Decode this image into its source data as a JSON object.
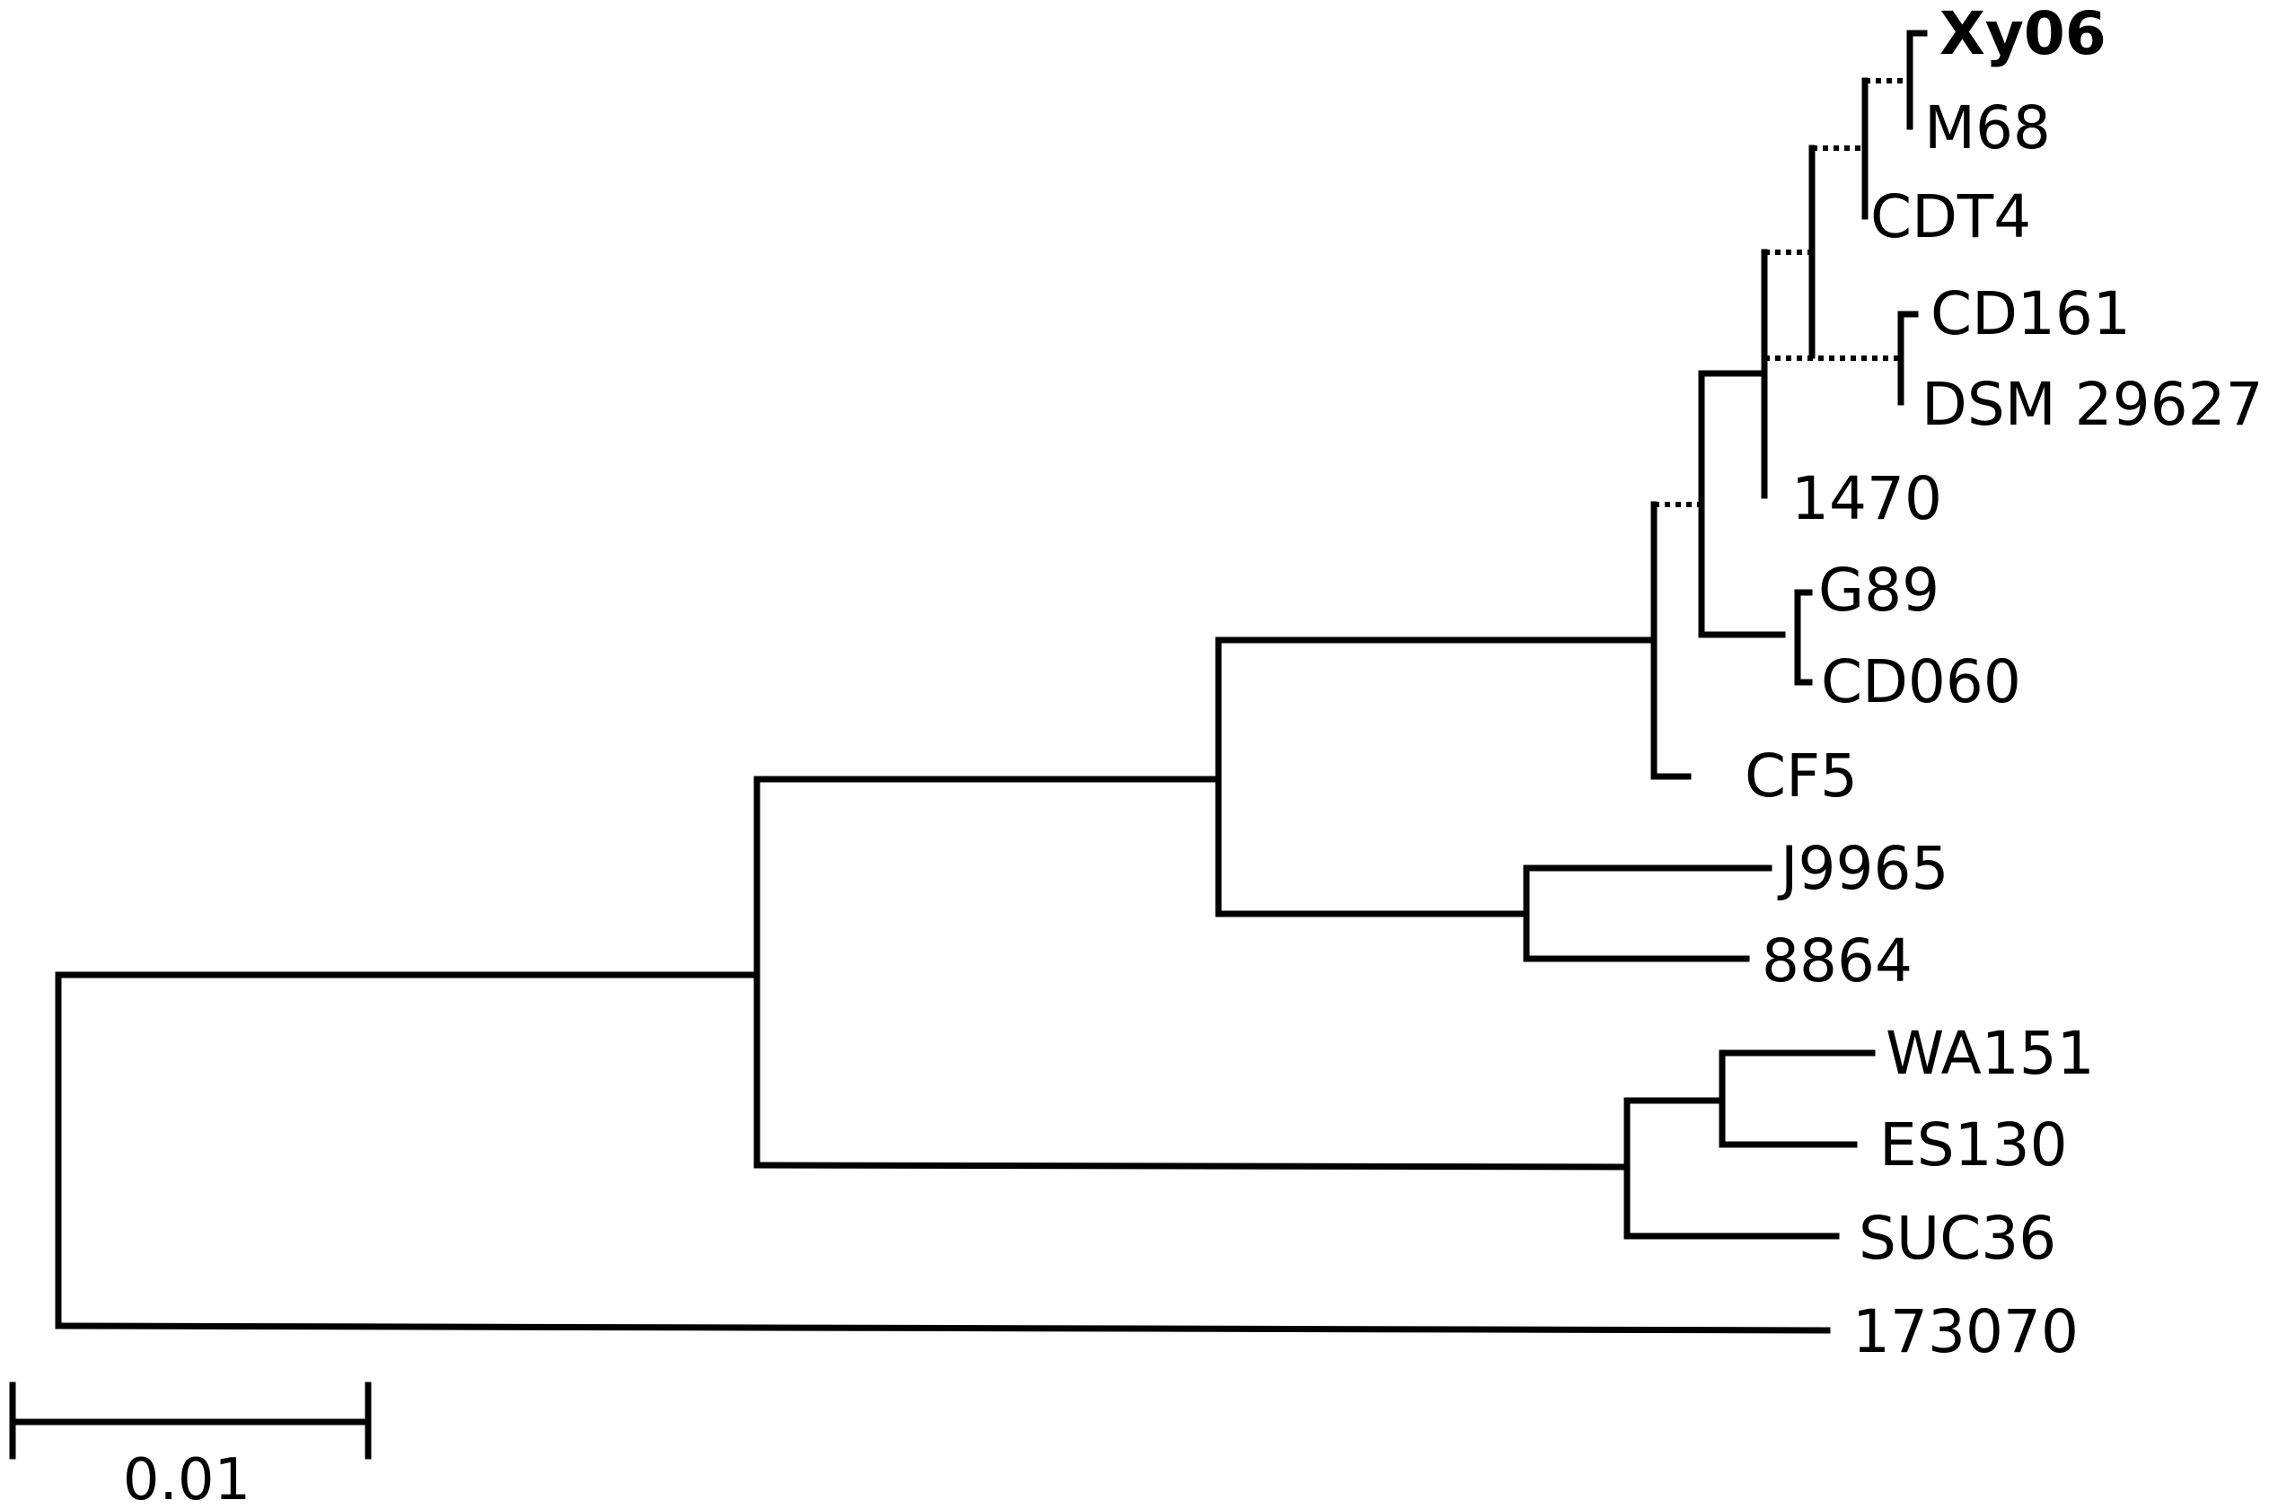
{
  "tree": {
    "leaves": [
      {
        "id": "xy06",
        "label": "Xy06",
        "highlight": true
      },
      {
        "id": "m68",
        "label": "M68"
      },
      {
        "id": "cdt4",
        "label": "CDT4"
      },
      {
        "id": "cd161",
        "label": "CD161"
      },
      {
        "id": "dsm29627",
        "label": "DSM 29627"
      },
      {
        "id": "1470",
        "label": "1470"
      },
      {
        "id": "g89",
        "label": "G89"
      },
      {
        "id": "cd060",
        "label": "CD060"
      },
      {
        "id": "cf5",
        "label": "CF5"
      },
      {
        "id": "j9965",
        "label": "J9965"
      },
      {
        "id": "8864",
        "label": "8864"
      },
      {
        "id": "wa151",
        "label": "WA151"
      },
      {
        "id": "es130",
        "label": "ES130"
      },
      {
        "id": "suc36",
        "label": "SUC36"
      },
      {
        "id": "173070",
        "label": "173070"
      }
    ],
    "highlight_color": "#e8161b",
    "line_color": "#000000"
  },
  "scale_bar": {
    "label": "0.01",
    "value": 0.01
  }
}
